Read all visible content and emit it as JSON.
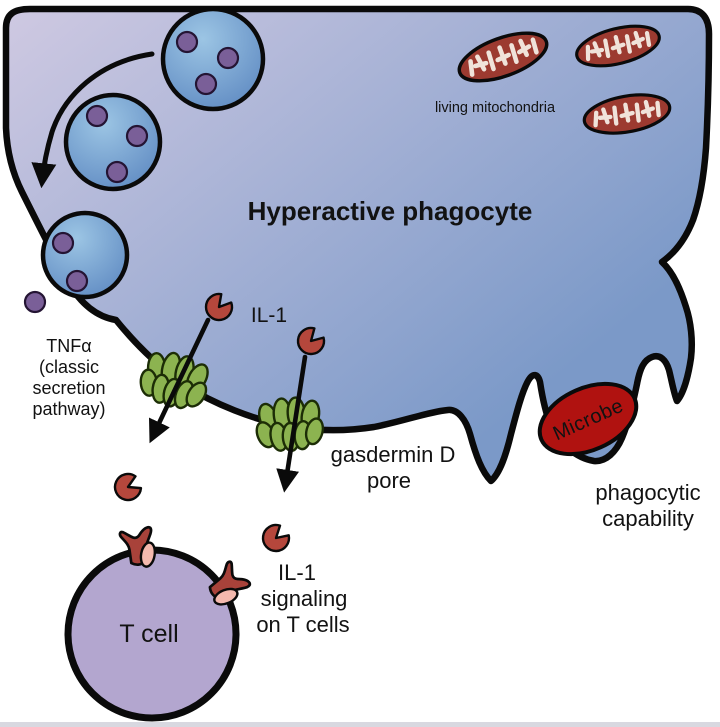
{
  "diagram": {
    "title": "Hyperactive phagocyte",
    "labels": {
      "mitochondria": "living mitochondria",
      "tnfa_line1": "TNFα",
      "tnfa_line2": "(classic",
      "tnfa_line3": "secretion",
      "tnfa_line4": "pathway)",
      "il1": "IL-1",
      "gasdermin_line1": "gasdermin D",
      "gasdermin_line2": "pore",
      "microbe": "Microbe",
      "phagocytic_line1": "phagocytic",
      "phagocytic_line2": "capability",
      "tcell": "T cell",
      "il1_signaling_line1": "IL-1",
      "il1_signaling_line2": "signaling",
      "il1_signaling_line3": "on T cells"
    },
    "colors": {
      "cell_gradient_start": "#cfc9e2",
      "cell_gradient_end": "#7b99c8",
      "vesicle_light": "#9cc5e4",
      "vesicle_dark": "#5f8ac2",
      "granule_purple": "#7a5f98",
      "mitochondrion_body": "#9c3a30",
      "mitochondrion_cristae": "#f0e3da",
      "pore_green": "#8cb350",
      "pore_outline": "#1c2d06",
      "il1_red": "#b5473c",
      "microbe_red": "#b01210",
      "tcell_purple": "#b3a6cf",
      "receptor_red": "#a8423a",
      "receptor_pink": "#f4b9ae",
      "outline": "#0a0a0a",
      "text": "#121212"
    }
  }
}
